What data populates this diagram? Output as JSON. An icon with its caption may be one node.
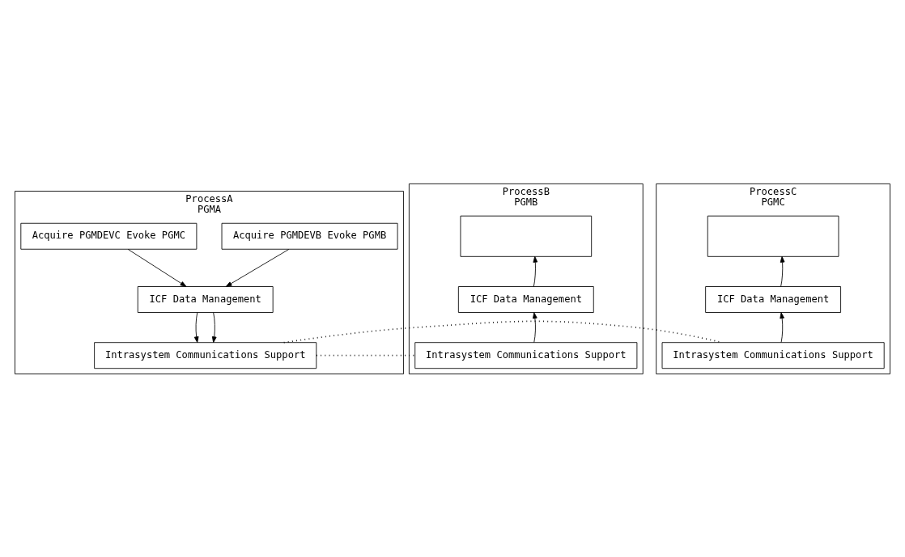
{
  "diagram": {
    "nodes": [
      {
        "text": [
          "ProcessA",
          "PGMA"
        ]
      },
      {
        "text": [
          "Acquire PGMDEVC Evoke PGMC"
        ],
        "in": 0
      },
      {
        "text": [
          "Acquire PGMDEVB Evoke PGMB"
        ],
        "in": 0
      },
      {
        "text": [
          "ICF Data Management"
        ],
        "in": 0
      },
      {
        "text": [
          "Intrasystem Communications Support"
        ],
        "in": 0
      },
      {
        "text": [
          "ProcessB",
          "PGMB"
        ]
      },
      {
        "text": [],
        "shape": "box",
        "in": 5
      },
      {
        "text": [
          "ICF Data Management"
        ],
        "in": 5
      },
      {
        "text": [
          "Intrasystem Communications Support"
        ],
        "in": 5
      },
      {
        "text": [
          "ProcessC",
          "PGMC"
        ]
      },
      {
        "text": [],
        "shape": "box",
        "in": 9
      },
      {
        "text": [
          "ICF Data Management"
        ],
        "in": 9
      },
      {
        "text": [
          "Intrasystem Communications Support"
        ],
        "in": 9
      }
    ],
    "edges": [
      {
        "from": 1,
        "to": 3,
        "arrow": "to"
      },
      {
        "from": 3,
        "to": 4,
        "arrow": "to"
      },
      {
        "from": 2,
        "to": 3,
        "arrow": "to"
      },
      {
        "from": 3,
        "to": 4,
        "arrow": "to"
      },
      {
        "from": 4,
        "to": 8,
        "arrow": "none",
        "style": "dashed"
      },
      {
        "from": 4,
        "to": 12,
        "arrow": "none",
        "style": "dashed"
      },
      {
        "from": 8,
        "to": 7,
        "arrow": "to"
      },
      {
        "from": 7,
        "to": 6,
        "arrow": "to"
      },
      {
        "from": 12,
        "to": 11,
        "arrow": "to"
      },
      {
        "from": 11,
        "to": 10,
        "arrow": "to"
      }
    ]
  }
}
